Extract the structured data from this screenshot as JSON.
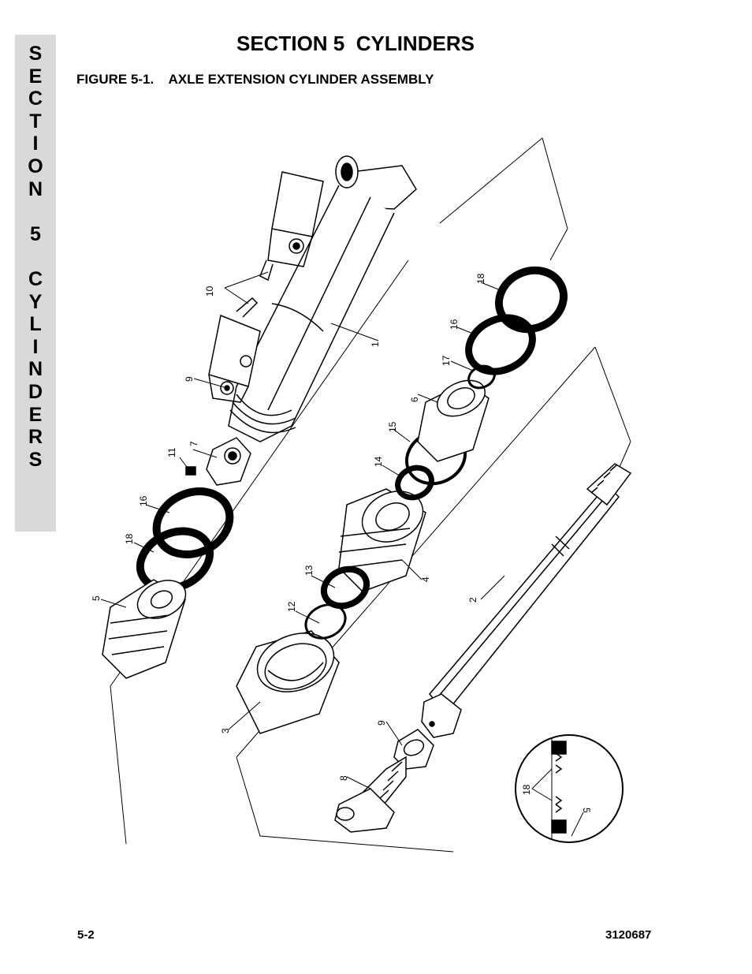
{
  "side_tab": {
    "letters": [
      "S",
      "E",
      "C",
      "T",
      "I",
      "O",
      "N",
      "",
      "5",
      "",
      "C",
      "Y",
      "L",
      "I",
      "N",
      "D",
      "E",
      "R",
      "S"
    ]
  },
  "header": {
    "section_title": "SECTION 5  CYLINDERS",
    "figure_title": "FIGURE 5-1.    AXLE EXTENSION CYLINDER ASSEMBLY"
  },
  "callouts": {
    "c1": "1",
    "c2": "2",
    "c3": "3",
    "c4": "4",
    "c5": "5",
    "c6": "6",
    "c7": "7",
    "c8": "8",
    "c9a": "9",
    "c9b": "9",
    "c10": "10",
    "c11": "11",
    "c12": "12",
    "c13": "13",
    "c14": "14",
    "c15": "15",
    "c16a": "16",
    "c16b": "16",
    "c17": "17",
    "c18a": "18",
    "c18b": "18",
    "c18c": "18",
    "c5b": "5"
  },
  "footer": {
    "page_number": "5-2",
    "doc_number": "3120687"
  }
}
